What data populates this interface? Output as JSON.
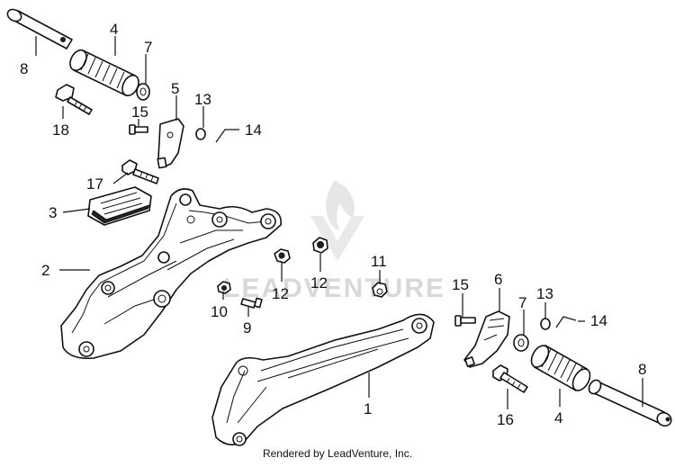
{
  "callouts": {
    "l1": "1",
    "l2": "2",
    "l3": "3",
    "l4a": "4",
    "l4b": "4",
    "l5": "5",
    "l6": "6",
    "l7a": "7",
    "l7b": "7",
    "l8a": "8",
    "l8b": "8",
    "l9": "9",
    "l10": "10",
    "l11": "11",
    "l12a": "12",
    "l12b": "12",
    "l13a": "13",
    "l13b": "13",
    "l14a": "14",
    "l14b": "14",
    "l15a": "15",
    "l15b": "15",
    "l16": "16",
    "l17": "17",
    "l18": "18"
  },
  "watermark": {
    "text": "LEADVENTURE",
    "icon": "flame-logo-icon"
  },
  "credit": "Rendered by LeadVenture, Inc."
}
